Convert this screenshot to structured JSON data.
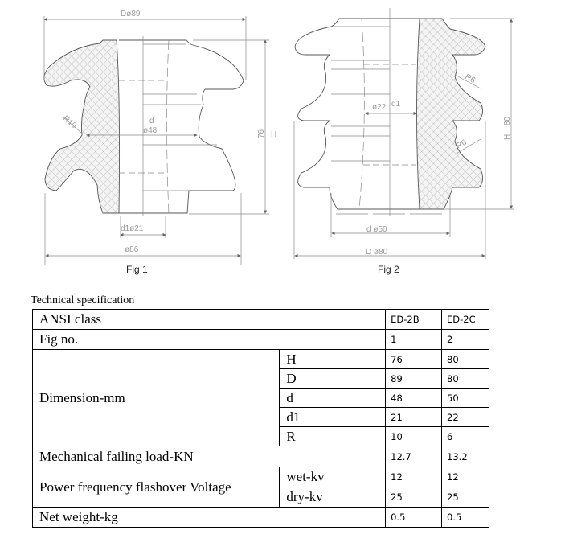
{
  "fig1": {
    "caption": "Fig 1",
    "D_label": "Dø89",
    "d_label": "d",
    "d_value": "ø48",
    "H_value": "76",
    "H_label": "H",
    "R_label": "R10",
    "d1_label": "d1ø21",
    "base_label": "ø86"
  },
  "fig2": {
    "caption": "Fig 2",
    "R_label_1": "R6",
    "R_label_2": "R6",
    "d1_value": "ø22",
    "d1_label": "d1",
    "H_label": "H",
    "H_value": "80",
    "d_label": "d ø50",
    "D_label": "D ø80"
  },
  "spec": {
    "title": "Technical specification",
    "ansi_label": "ANSI class",
    "ansi": [
      "ED-2B",
      "ED-2C"
    ],
    "fig_label": "Fig no.",
    "fig": [
      "1",
      "2"
    ],
    "dimension_label": "Dimension-mm",
    "dimensions": [
      {
        "name": "H",
        "values": [
          "76",
          "80"
        ]
      },
      {
        "name": "D",
        "values": [
          "89",
          "80"
        ]
      },
      {
        "name": "d",
        "values": [
          "48",
          "50"
        ]
      },
      {
        "name": "d1",
        "values": [
          "21",
          "22"
        ]
      },
      {
        "name": "R",
        "values": [
          "10",
          "6"
        ]
      }
    ],
    "mech_label": "Mechanical failing load-KN",
    "mech": [
      "12.7",
      "13.2"
    ],
    "flashover_label": "Power frequency flashover Voltage",
    "wet_label": "wet-kv",
    "wet": [
      "12",
      "12"
    ],
    "dry_label": "dry-kv",
    "dry": [
      "25",
      "25"
    ],
    "weight_label": "Net weight-kg",
    "weight": [
      "0.5",
      "0.5"
    ]
  }
}
